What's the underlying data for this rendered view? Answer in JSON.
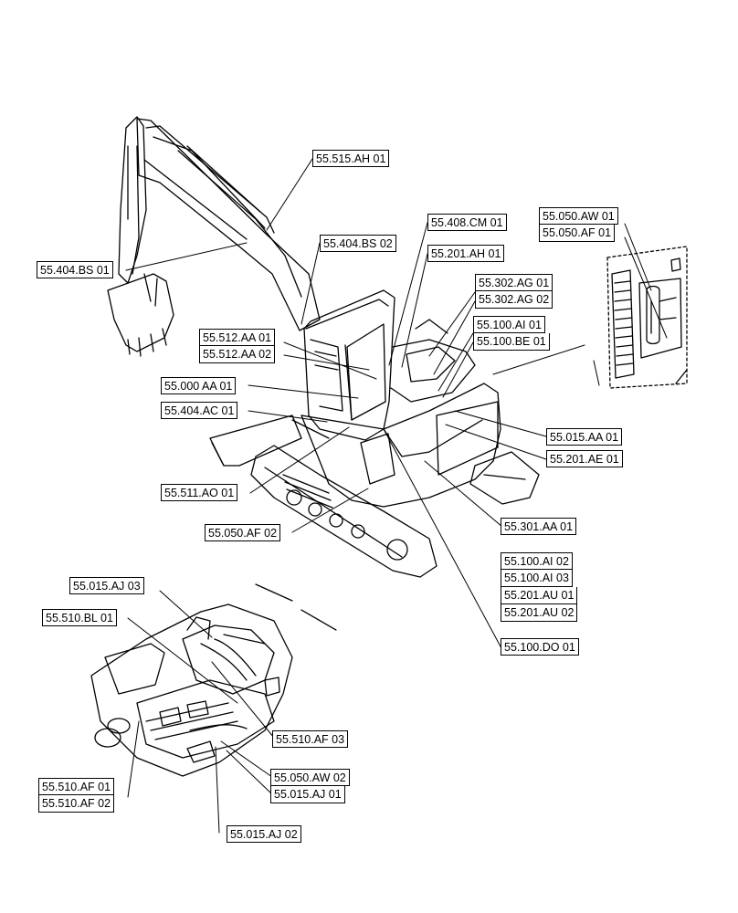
{
  "callouts": {
    "c_55_515_ah_01": "55.515.AH 01",
    "c_55_408_cm_01": "55.408.CM 01",
    "c_55_050_aw_01": "55.050.AW 01",
    "c_55_050_af_01": "55.050.AF 01",
    "c_55_404_bs_02": "55.404.BS 02",
    "c_55_201_ah_01": "55.201.AH 01",
    "c_55_404_bs_01": "55.404.BS 01",
    "c_55_302_ag_01": "55.302.AG 01",
    "c_55_302_ag_02": "55.302.AG 02",
    "c_55_100_ai_01": "55.100.AI 01",
    "c_55_100_be_01": "55.100.BE 01",
    "c_55_512_aa_01": "55.512.AA 01",
    "c_55_512_aa_02": "55.512.AA 02",
    "c_55_000_aa_01": "55.000 AA 01",
    "c_55_404_ac_01": "55.404.AC 01",
    "c_55_015_aa_01": "55.015.AA 01",
    "c_55_201_ae_01": "55.201.AE 01",
    "c_55_511_ao_01": "55.511.AO 01",
    "c_55_301_aa_01": "55.301.AA 01",
    "c_55_050_af_02": "55.050.AF 02",
    "c_55_100_ai_02": "55.100.AI 02",
    "c_55_100_ai_03": "55.100.AI 03",
    "c_55_201_au_01": "55.201.AU 01",
    "c_55_201_au_02": "55.201.AU 02",
    "c_55_015_aj_03": "55.015.AJ 03",
    "c_55_510_bl_01": "55.510.BL 01",
    "c_55_100_do_01": "55.100.DO 01",
    "c_55_510_af_03": "55.510.AF 03",
    "c_55_050_aw_02": "55.050.AW 02",
    "c_55_015_aj_01": "55.015.AJ 01",
    "c_55_510_af_01": "55.510.AF 01",
    "c_55_510_af_02": "55.510.AF 02",
    "c_55_015_aj_02": "55.015.AJ 02"
  }
}
